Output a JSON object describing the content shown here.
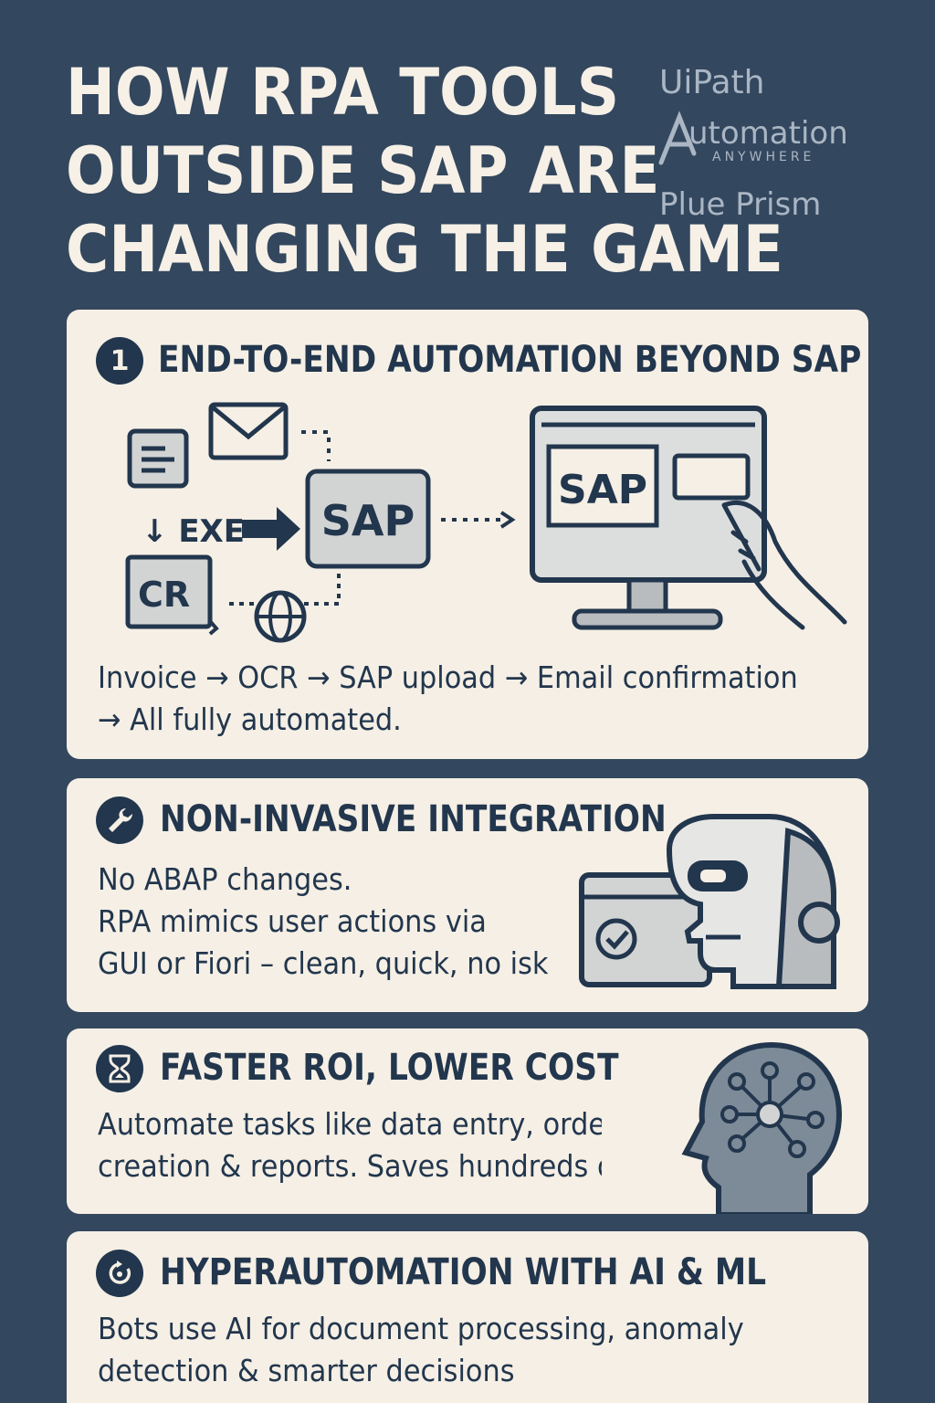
{
  "title": {
    "line1": "HOW RPA TOOLS",
    "line2": "OUTSIDE SAP ARE",
    "line3": "CHANGING THE GAME"
  },
  "logos": {
    "uipath": "UiPath",
    "aa_main": "utomation",
    "aa_sub": "ANYWHERE",
    "blue_prism": "Plue Prism"
  },
  "section1": {
    "badge": "1",
    "heading": "END-TO-END AUTOMATION BEYOND SAP",
    "diagram": {
      "exe": "↓ EXE",
      "ocr": "CR",
      "sap_box": "SAP",
      "sap_screen": "SAP"
    },
    "line1": "Invoice  → OCR →  SAP upload → Email confirmation",
    "line2": "→ All fully automated."
  },
  "section2": {
    "heading": "NON-INVASIVE INTEGRATION",
    "line1": "No ABAP changes.",
    "line2": "RPA mimics user actions via",
    "line3": "GUI or Fiori – clean, quick, no isk"
  },
  "section3": {
    "heading": "FASTER ROI, LOWER COST",
    "line1": "Automate tasks like data entry, order",
    "line2": "creation & reports. Saves hundreds of r"
  },
  "section4": {
    "heading": "HYPERAUTOMATION WITH AI & ML",
    "line1": "Bots use AI for document processing, anomaly",
    "line2": "detection & smarter decisions"
  },
  "colors": {
    "background": "#33475e",
    "card": "#f5efe5",
    "ink": "#22364d",
    "title": "#f6f0e6",
    "logo": "#aab6c4"
  }
}
